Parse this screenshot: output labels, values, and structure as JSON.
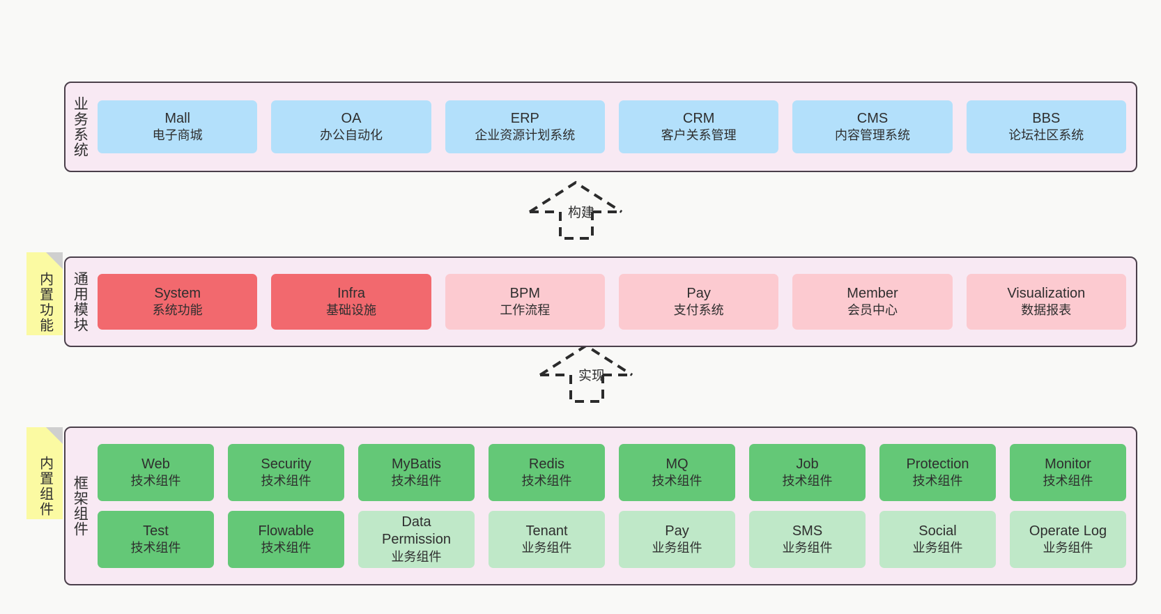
{
  "diagram": {
    "background_color": "#f9f9f7",
    "panel_bg": "#f8e9f3",
    "panel_border": "#4a3f4a"
  },
  "layers": [
    {
      "id": "business",
      "title": "业务系统",
      "card_color": "#b3e0fb",
      "rows": [
        [
          {
            "title": "Mall",
            "subtitle": "电子商城"
          },
          {
            "title": "OA",
            "subtitle": "办公自动化"
          },
          {
            "title": "ERP",
            "subtitle": "企业资源计划系统"
          },
          {
            "title": "CRM",
            "subtitle": "客户关系管理"
          },
          {
            "title": "CMS",
            "subtitle": "内容管理系统"
          },
          {
            "title": "BBS",
            "subtitle": "论坛社区系统"
          }
        ]
      ]
    },
    {
      "id": "common-module",
      "title": "通用模块",
      "rows": [
        [
          {
            "title": "System",
            "subtitle": "系统功能",
            "color": "#f2696e"
          },
          {
            "title": "Infra",
            "subtitle": "基础设施",
            "color": "#f2696e"
          },
          {
            "title": "BPM",
            "subtitle": "工作流程",
            "color": "#fccad0"
          },
          {
            "title": "Pay",
            "subtitle": "支付系统",
            "color": "#fccad0"
          },
          {
            "title": "Member",
            "subtitle": "会员中心",
            "color": "#fccad0"
          },
          {
            "title": "Visualization",
            "subtitle": "数据报表",
            "color": "#fccad0"
          }
        ]
      ]
    },
    {
      "id": "framework",
      "title": "框架组件",
      "rows": [
        [
          {
            "title": "Web",
            "subtitle": "技术组件",
            "color": "#64c877"
          },
          {
            "title": "Security",
            "subtitle": "技术组件",
            "color": "#64c877"
          },
          {
            "title": "MyBatis",
            "subtitle": "技术组件",
            "color": "#64c877"
          },
          {
            "title": "Redis",
            "subtitle": "技术组件",
            "color": "#64c877"
          },
          {
            "title": "MQ",
            "subtitle": "技术组件",
            "color": "#64c877"
          },
          {
            "title": "Job",
            "subtitle": "技术组件",
            "color": "#64c877"
          },
          {
            "title": "Protection",
            "subtitle": "技术组件",
            "color": "#64c877"
          },
          {
            "title": "Monitor",
            "subtitle": "技术组件",
            "color": "#64c877"
          }
        ],
        [
          {
            "title": "Test",
            "subtitle": "技术组件",
            "color": "#64c877"
          },
          {
            "title": "Flowable",
            "subtitle": "技术组件",
            "color": "#64c877"
          },
          {
            "title": "Data Permission",
            "subtitle": "业务组件",
            "color": "#bfe8c8"
          },
          {
            "title": "Tenant",
            "subtitle": "业务组件",
            "color": "#bfe8c8"
          },
          {
            "title": "Pay",
            "subtitle": "业务组件",
            "color": "#bfe8c8"
          },
          {
            "title": "SMS",
            "subtitle": "业务组件",
            "color": "#bfe8c8"
          },
          {
            "title": "Social",
            "subtitle": "业务组件",
            "color": "#bfe8c8"
          },
          {
            "title": "Operate Log",
            "subtitle": "业务组件",
            "color": "#bfe8c8"
          }
        ]
      ]
    }
  ],
  "notes": [
    {
      "id": "builtin-function",
      "label": "内置功能"
    },
    {
      "id": "builtin-component",
      "label": "内置组件"
    }
  ],
  "connectors": [
    {
      "id": "build",
      "label": "构建"
    },
    {
      "id": "implement",
      "label": "实现"
    }
  ]
}
